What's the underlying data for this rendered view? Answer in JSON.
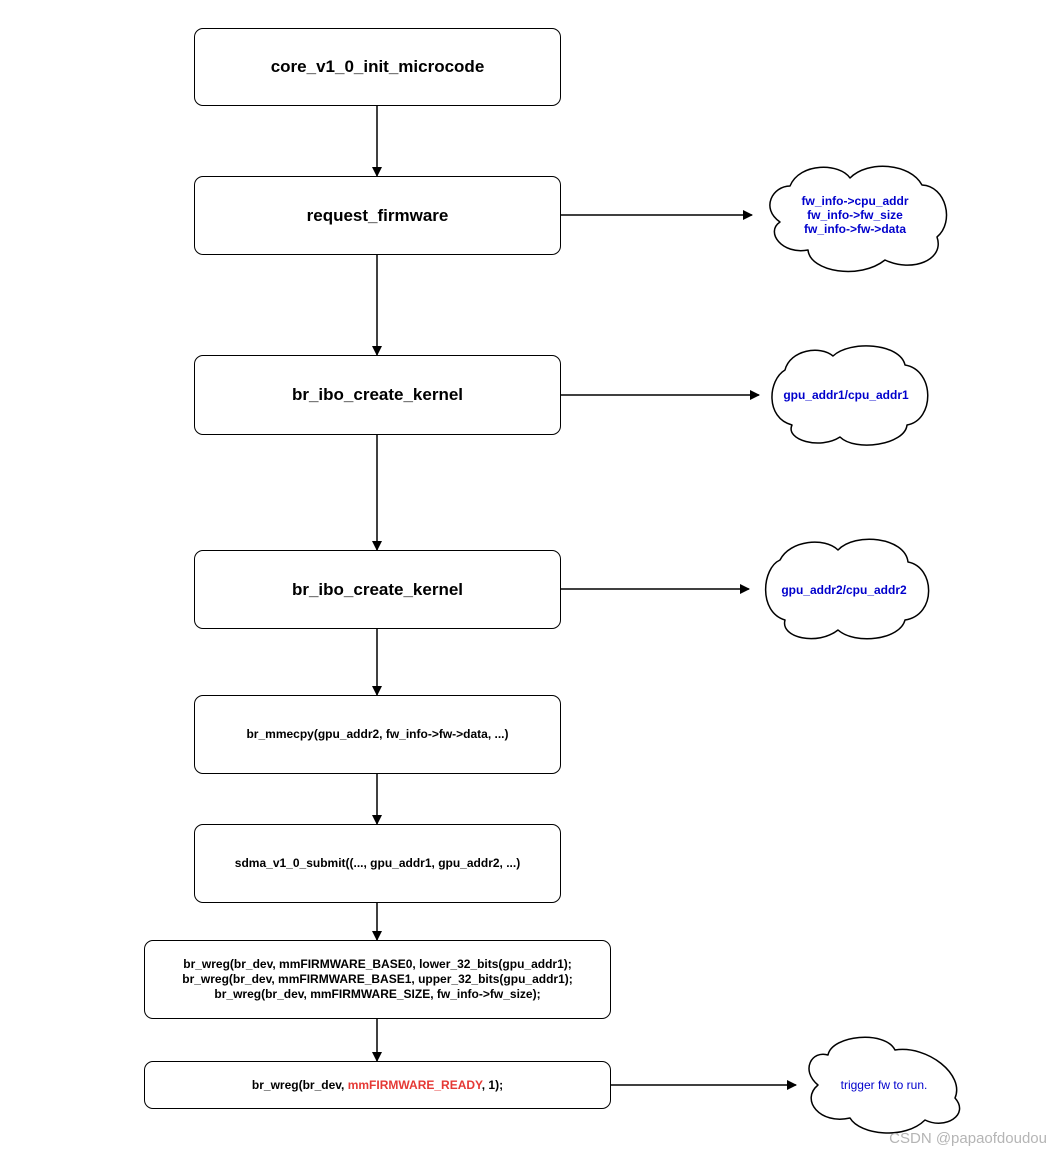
{
  "nodes": {
    "n1": "core_v1_0_init_microcode",
    "n2": "request_firmware",
    "n3": "br_ibo_create_kernel",
    "n4": "br_ibo_create_kernel",
    "n5": "br_mmecpy(gpu_addr2, fw_info->fw->data, ...)",
    "n6": "sdma_v1_0_submit((..., gpu_addr1, gpu_addr2, ...)",
    "n7": [
      "br_wreg(br_dev, mmFIRMWARE_BASE0, lower_32_bits(gpu_addr1);",
      "br_wreg(br_dev, mmFIRMWARE_BASE1, upper_32_bits(gpu_addr1);",
      "br_wreg(br_dev, mmFIRMWARE_SIZE, fw_info->fw_size);"
    ],
    "n8": {
      "prefix": "br_wreg(br_dev, ",
      "highlight": "mmFIRMWARE_READY",
      "suffix": ", 1);"
    }
  },
  "notes": {
    "c1": [
      "fw_info->cpu_addr",
      "fw_info->fw_size",
      "fw_info->fw->data"
    ],
    "c2": "gpu_addr1/cpu_addr1",
    "c3": "gpu_addr2/cpu_addr2",
    "c4": "trigger fw to run."
  },
  "colors": {
    "note_text": "#0000cc",
    "highlight": "#e53935",
    "stroke": "#000000"
  },
  "watermark": "CSDN @papaofdoudou"
}
